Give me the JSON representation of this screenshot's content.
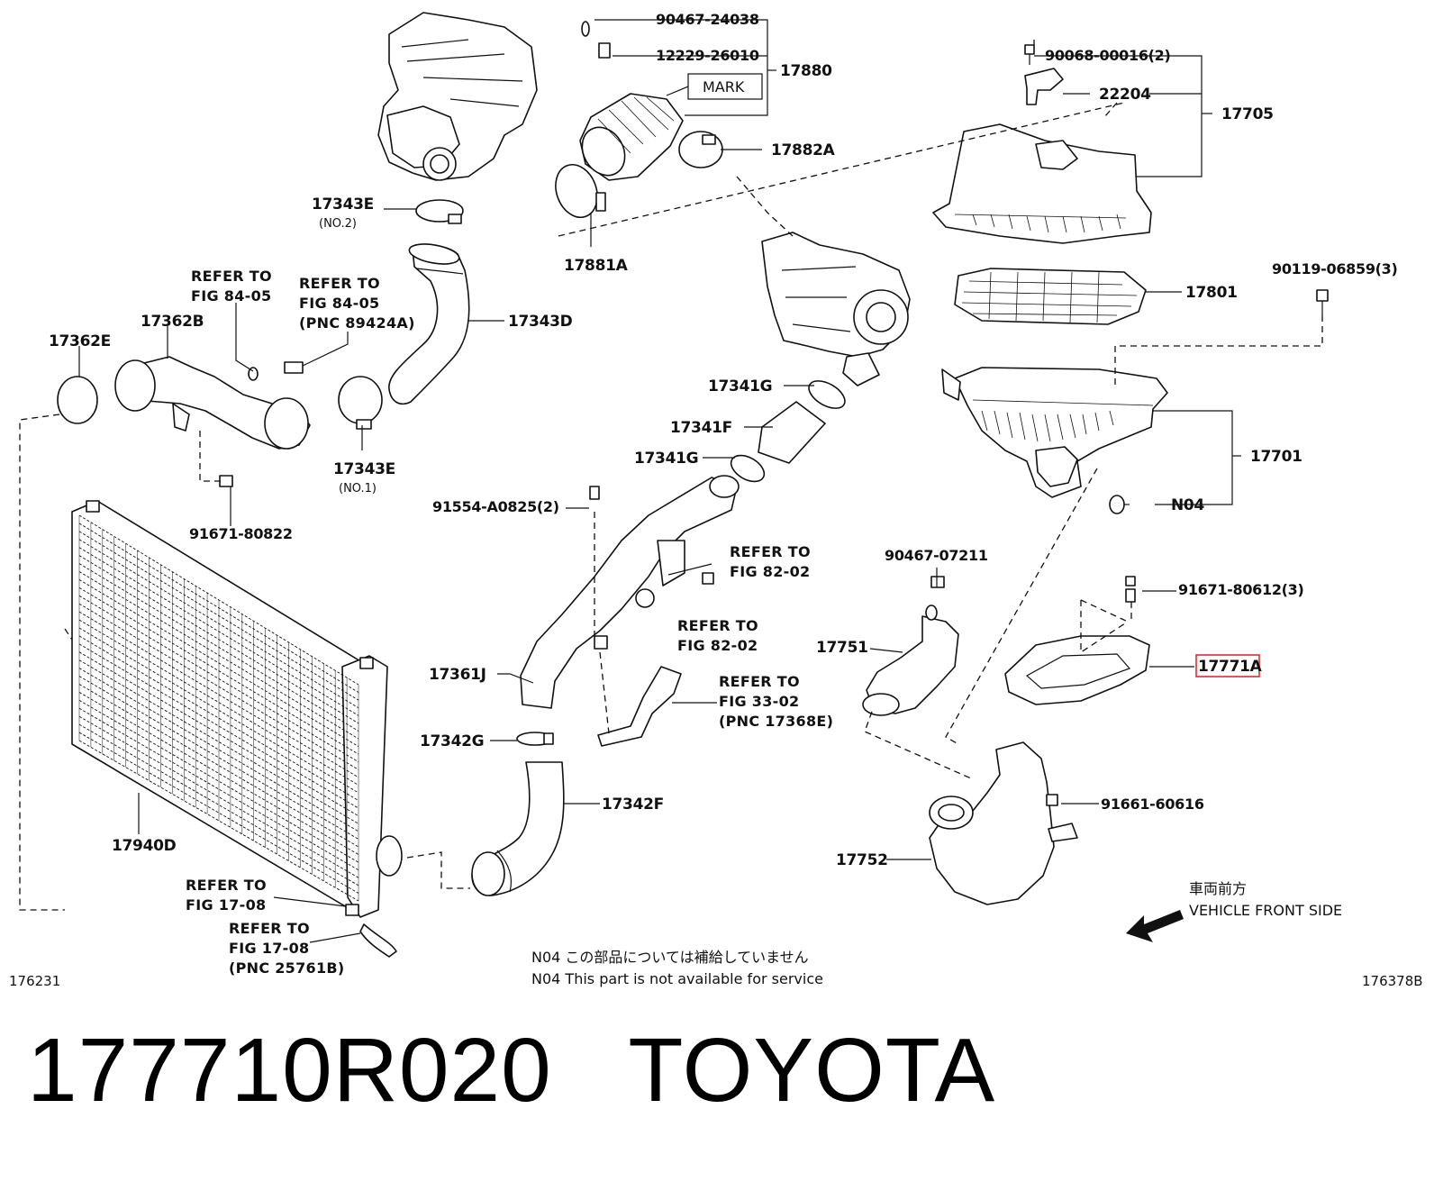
{
  "labels": {
    "p90467_24038": "90467-24038",
    "p12229_26010": "12229-26010",
    "p17880": "17880",
    "mark": "MARK",
    "p17882A": "17882A",
    "p17881A": "17881A",
    "p90068": "90068-00016(2)",
    "p22204": "22204",
    "p17705": "17705",
    "p17343E_top": "17343E",
    "no2": "(NO.2)",
    "p17343D": "17343D",
    "p17801": "17801",
    "p90119": "90119-06859(3)",
    "p17362B": "17362B",
    "p17362E": "17362E",
    "p17343E_bot": "17343E",
    "no1": "(NO.1)",
    "p91671_80822": "91671-80822",
    "p17341G_top": "17341G",
    "p17341F": "17341F",
    "p17341G_bot": "17341G",
    "p17701": "17701",
    "pN04": "N04",
    "p91554": "91554-A0825(2)",
    "p90467_07211": "90467-07211",
    "p91671_80612": "91671-80612(3)",
    "p17771A": "17771A",
    "p17751": "17751",
    "p17361J": "17361J",
    "p17342G": "17342G",
    "p17342F": "17342F",
    "p91661_60616": "91661-60616",
    "p17752": "17752",
    "p17940D": "17940D"
  },
  "refs": {
    "refer_to": "REFER TO",
    "fig_84_05_a": "FIG 84-05",
    "fig_84_05_b": "FIG 84-05",
    "pnc_89424A": "(PNC 89424A)",
    "fig_82_02_a": "FIG 82-02",
    "fig_82_02_b": "FIG 82-02",
    "fig_33_02": "FIG 33-02",
    "pnc_17368E": "(PNC 17368E)",
    "fig_17_08_a": "FIG 17-08",
    "fig_17_08_b": "FIG 17-08",
    "pnc_25761B": "(PNC 25761B)"
  },
  "front": {
    "jp": "車両前方",
    "en": "VEHICLE FRONT SIDE"
  },
  "notes": {
    "jp": "N04 この部品については補給していません",
    "en": "N04 This part is not available for service"
  },
  "corners": {
    "left": "176231",
    "right": "176378B"
  },
  "highlight": {
    "color": "#d9302c",
    "part": "17771A"
  },
  "caption": {
    "part_number": "177710R020",
    "brand": "TOYOTA"
  }
}
